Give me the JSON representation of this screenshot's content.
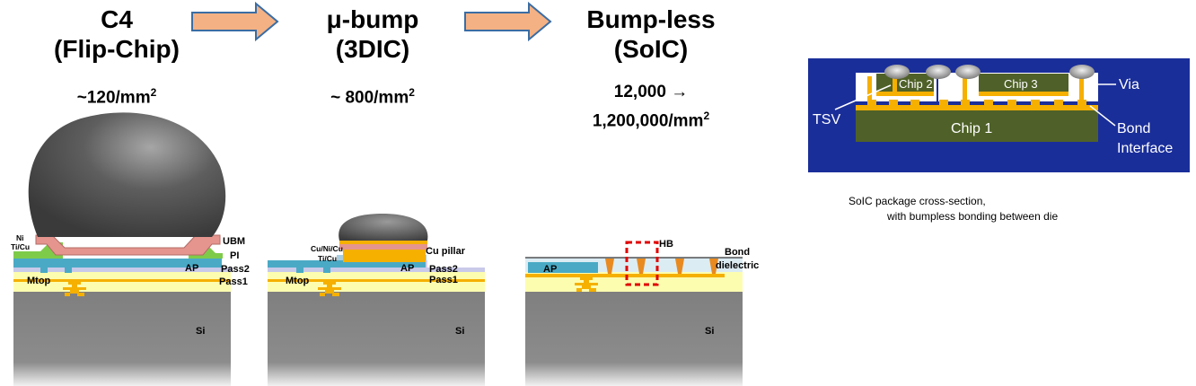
{
  "columns": [
    {
      "title_line1": "C4",
      "title_line2": "(Flip-Chip)",
      "density_line1": "~120/mm",
      "density_sup": "2",
      "density_line2": ""
    },
    {
      "title_line1": "μ-bump",
      "title_line2": "(3DIC)",
      "density_line1": "~ 800/mm",
      "density_sup": "2",
      "density_line2": ""
    },
    {
      "title_line1": "Bump-less",
      "title_line2": "(SoIC)",
      "density_line1": "12,000 →",
      "density_sup": "2",
      "density_line2": "1,200,000/mm"
    }
  ],
  "c4_labels": {
    "ni": "Ni",
    "ticu": "Ti/Cu",
    "ubm": "UBM",
    "pi": "PI",
    "ap": "AP",
    "pass2": "Pass2",
    "pass1": "Pass1",
    "mtop": "Mtop",
    "si": "Si"
  },
  "ubump_labels": {
    "cunicu": "Cu/Ni/Cu",
    "ticu": "Ti/Cu",
    "cu_pillar": "Cu pillar",
    "ap": "AP",
    "pass2": "Pass2",
    "pass1": "Pass1",
    "mtop": "Mtop",
    "si": "Si"
  },
  "soic_labels": {
    "hb": "HB",
    "bond_dielectric_1": "Bond",
    "bond_dielectric_2": "dielectric",
    "ap": "AP",
    "si": "Si"
  },
  "package": {
    "chip1": "Chip 1",
    "chip2": "Chip 2",
    "chip3": "Chip 3",
    "via": "Via",
    "tsv": "TSV",
    "bond_interface_1": "Bond",
    "bond_interface_2": "Interface"
  },
  "caption": {
    "line1": "SoIC package cross-section,",
    "line2": "with bumpless bonding between die"
  },
  "colors": {
    "silicon": "#8a8a8a",
    "passivation": "#fdfdb0",
    "ap": "#4aaac5",
    "pi": "#7ecb4a",
    "ubm": "#e5958e",
    "cu": "#f5b000",
    "package_bg": "#1a2e9a",
    "chip_green": "#4f6128",
    "arrow_fill": "#f4b183",
    "arrow_stroke": "#3a6da4",
    "hb_box": "#e00000"
  }
}
